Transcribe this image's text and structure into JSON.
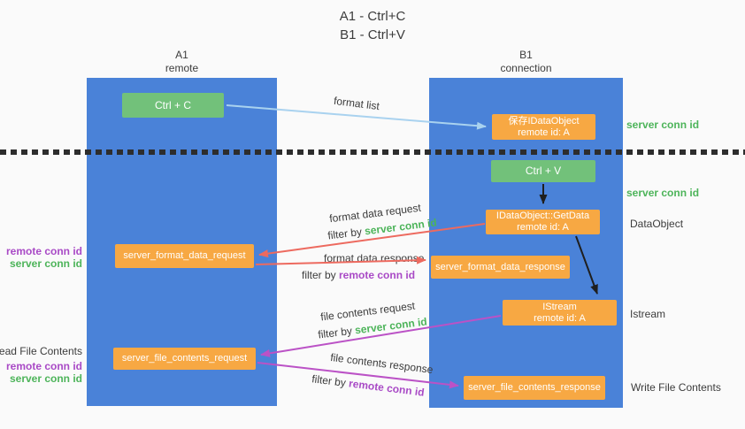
{
  "title": {
    "line1": "A1 - Ctrl+C",
    "line2": "B1 - Ctrl+V"
  },
  "columns": {
    "left": {
      "header_line1": "A1",
      "header_line2": "remote"
    },
    "right": {
      "header_line1": "B1",
      "header_line2": "connection"
    }
  },
  "nodes": {
    "ctrl_c": {
      "label": "Ctrl + C"
    },
    "save_dataobject": {
      "line1": "保存IDataObject",
      "line2": "remote id: A"
    },
    "ctrl_v": {
      "label": "Ctrl + V"
    },
    "getdata": {
      "line1": "IDataObject::GetData",
      "line2": "remote id: A"
    },
    "format_request": {
      "label": "server_format_data_request"
    },
    "format_response": {
      "label": "server_format_data_response"
    },
    "istream": {
      "line1": "IStream",
      "line2": "remote id: A"
    },
    "file_request": {
      "label": "server_file_contents_request"
    },
    "file_response": {
      "label": "server_file_contents_response"
    }
  },
  "left_labels": {
    "remote_conn_id_1": "remote conn id",
    "server_conn_id_1": "server conn id",
    "read_file_contents": "Read File Contents",
    "remote_conn_id_2": "remote conn id",
    "server_conn_id_2": "server conn id"
  },
  "right_labels": {
    "server_conn_id_1": "server conn id",
    "server_conn_id_2": "server conn id",
    "dataobject": "DataObject",
    "istream": "Istream",
    "write_file_contents": "Write File Contents"
  },
  "flow_labels": {
    "format_list": "format list",
    "format_request": "format data request",
    "format_request_filter_prefix": "filter by ",
    "format_request_filter_key": "server conn id",
    "format_response": "format data response",
    "format_response_filter_prefix": "filter by ",
    "format_response_filter_key": "remote conn id",
    "file_request": "file contents request",
    "file_request_filter_prefix": "filter by ",
    "file_request_filter_key": "server conn id",
    "file_response": "file contents response",
    "file_response_filter_prefix": "filter by ",
    "file_response_filter_key": "remote conn id"
  },
  "colors": {
    "column_blue": "#4a82d8",
    "node_orange": "#f7a843",
    "node_green": "#72c17a",
    "label_green": "#4db45a",
    "label_purple": "#a94ac6",
    "arrow_red": "#ed6a5f",
    "arrow_purple": "#bb52c6",
    "arrow_light_blue": "#a9d2ef",
    "arrow_black": "#1f1f1f",
    "background": "#fafafa",
    "text_dark": "#3c3c3c"
  }
}
